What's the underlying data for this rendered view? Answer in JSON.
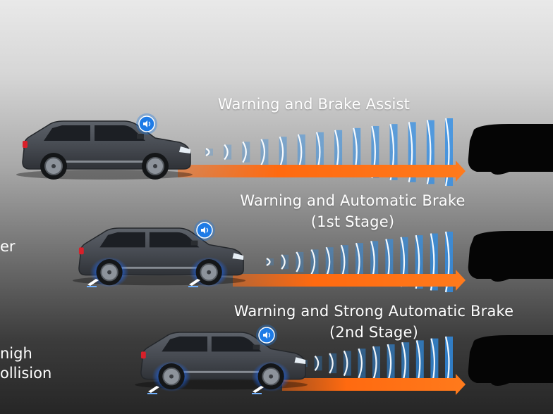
{
  "stages": [
    {
      "line1": "Warning and Brake Assist",
      "line2": ""
    },
    {
      "line1": "Warning and Automatic Brake",
      "line2": "(1st Stage)"
    },
    {
      "line1": "Warning and Strong Automatic Brake",
      "line2": "(2nd Stage)"
    }
  ],
  "side_labels": {
    "middle": "er",
    "bottom_line1": "nigh",
    "bottom_line2": "ollision"
  },
  "colors": {
    "arrow": "#ff6a10",
    "wave_blue": "#2f8fe8",
    "wave_white": "#ffffff",
    "speaker_badge": "#1e7be6",
    "wheel_glow": "#1f6dff",
    "car_body": "#4a4e55",
    "obstacle": "#050505"
  },
  "icons": [
    "speaker-icon",
    "brake-pedal-icon"
  ]
}
